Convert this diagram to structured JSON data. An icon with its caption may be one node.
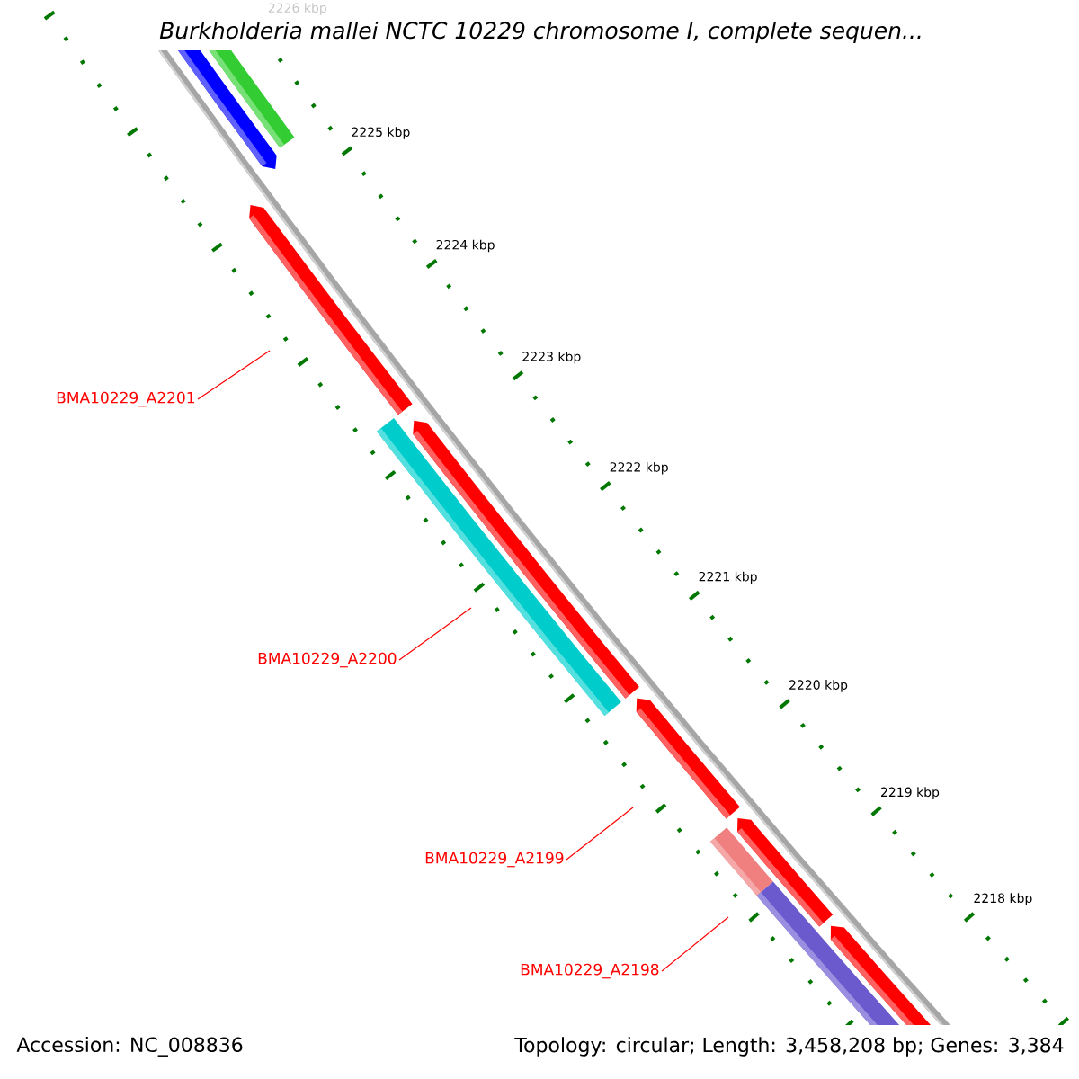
{
  "diagram": {
    "title": "Burkholderia mallei NCTC 10229 chromosome I, complete sequen...",
    "nodes": [
      {
        "text": [
          "BMA10229_A2201"
        ]
      },
      {
        "text": [
          "BMA10229_A2200"
        ]
      },
      {
        "text": [
          "BMA10229_A2199"
        ]
      },
      {
        "text": [
          "BMA10229_A2198"
        ]
      }
    ],
    "edges": [
      {
        "from": 0,
        "to": null,
        "arrow": "none"
      },
      {
        "from": 1,
        "to": null,
        "arrow": "none"
      },
      {
        "from": 2,
        "to": null,
        "arrow": "none"
      },
      {
        "from": 3,
        "to": null,
        "arrow": "none"
      }
    ],
    "labels": [
      "2226 kbp",
      "2225 kbp",
      "2224 kbp",
      "2223 kbp",
      "2222 kbp",
      "2221 kbp",
      "2220 kbp",
      "2219 kbp",
      "2218 kbp",
      "Accession: NC_008836",
      "Topology: circular; Length: 3,458,208 bp; Genes: 3,384"
    ]
  }
}
